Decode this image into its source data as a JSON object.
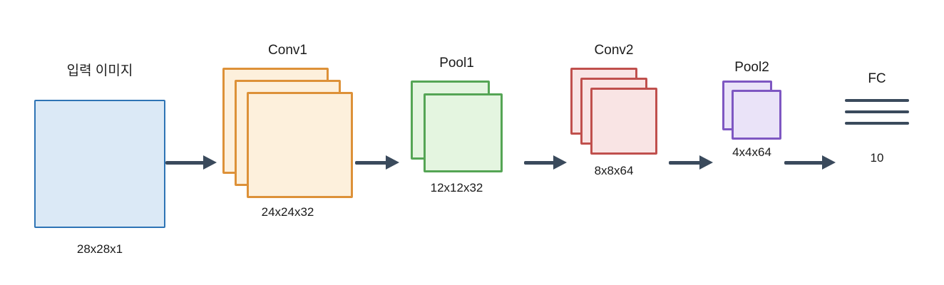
{
  "diagram": {
    "type": "cnn-architecture-flow",
    "arrow_color": "#3a4a5c",
    "text_color": "#1b1b1b",
    "background": "#ffffff",
    "nodes": [
      {
        "id": "input",
        "label": "입력 이미지",
        "dims": "28x28x1",
        "layers": 1,
        "fill": "#dbe9f6",
        "border": "#2e74b5"
      },
      {
        "id": "conv1",
        "label": "Conv1",
        "dims": "24x24x32",
        "layers": 3,
        "fill": "#fdf0dc",
        "border": "#dd9138"
      },
      {
        "id": "pool1",
        "label": "Pool1",
        "dims": "12x12x32",
        "layers": 2,
        "fill": "#e4f5e0",
        "border": "#55a555"
      },
      {
        "id": "conv2",
        "label": "Conv2",
        "dims": "8x8x64",
        "layers": 3,
        "fill": "#f9e4e4",
        "border": "#c0504d"
      },
      {
        "id": "pool2",
        "label": "Pool2",
        "dims": "4x4x64",
        "layers": 2,
        "fill": "#eae3f8",
        "border": "#7e57c2"
      },
      {
        "id": "fc",
        "label": "FC",
        "dims": "10",
        "layers": 3,
        "line_color": "#3a4a5c"
      }
    ],
    "arrows": [
      {
        "from": "input",
        "to": "conv1"
      },
      {
        "from": "conv1",
        "to": "pool1"
      },
      {
        "from": "pool1",
        "to": "conv2"
      },
      {
        "from": "conv2",
        "to": "pool2"
      },
      {
        "from": "pool2",
        "to": "fc"
      }
    ]
  }
}
